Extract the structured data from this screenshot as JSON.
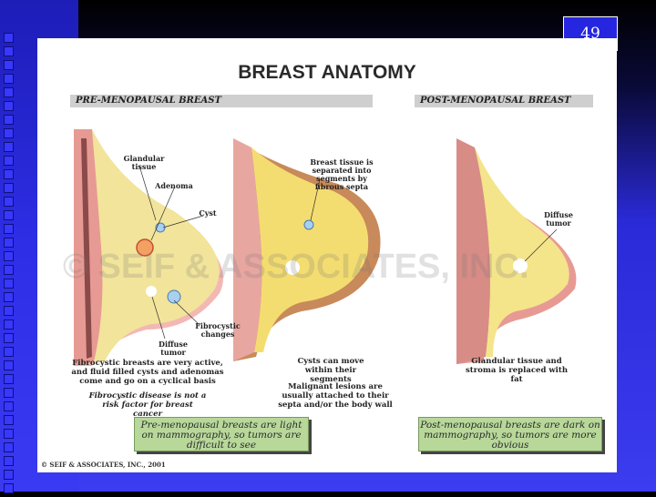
{
  "slide_number": "49",
  "title": "BREAST ANATOMY",
  "sections": {
    "pre": "PRE-MENOPAUSAL BREAST",
    "post": "POST-MENOPAUSAL BREAST"
  },
  "labels": {
    "glandular_tissue": "Glandular tissue",
    "adenoma": "Adenoma",
    "cyst": "Cyst",
    "fibrocystic_changes": "Fibrocystic changes",
    "diffuse_tumor_left": "Diffuse tumor",
    "septa": "Breast tissue is separated into segments by fibrous septa",
    "diffuse_tumor_right": "Diffuse tumor"
  },
  "captions": {
    "left_1": "Fibrocystic breasts are very active, and fluid filled cysts and adenomas come and go on a cyclical basis",
    "left_2": "Fibrocystic disease is not a risk factor for breast cancer",
    "mid_1": "Cysts can move within their segments",
    "mid_2": "Malignant lesions are usually attached to their septa and/or the body wall",
    "right_1": "Glandular tissue and stroma is replaced with fat"
  },
  "boxes": {
    "pre": "Pre-menopausal breasts are light on mammography, so tumors are difficult to see",
    "post": "Post-menopausal breasts are dark on mammography, so tumors are more obvious"
  },
  "watermark": "© SEIF & ASSOCIATES, INC.",
  "copyright": "© SEIF & ASSOCIATES, INC., 2001"
}
